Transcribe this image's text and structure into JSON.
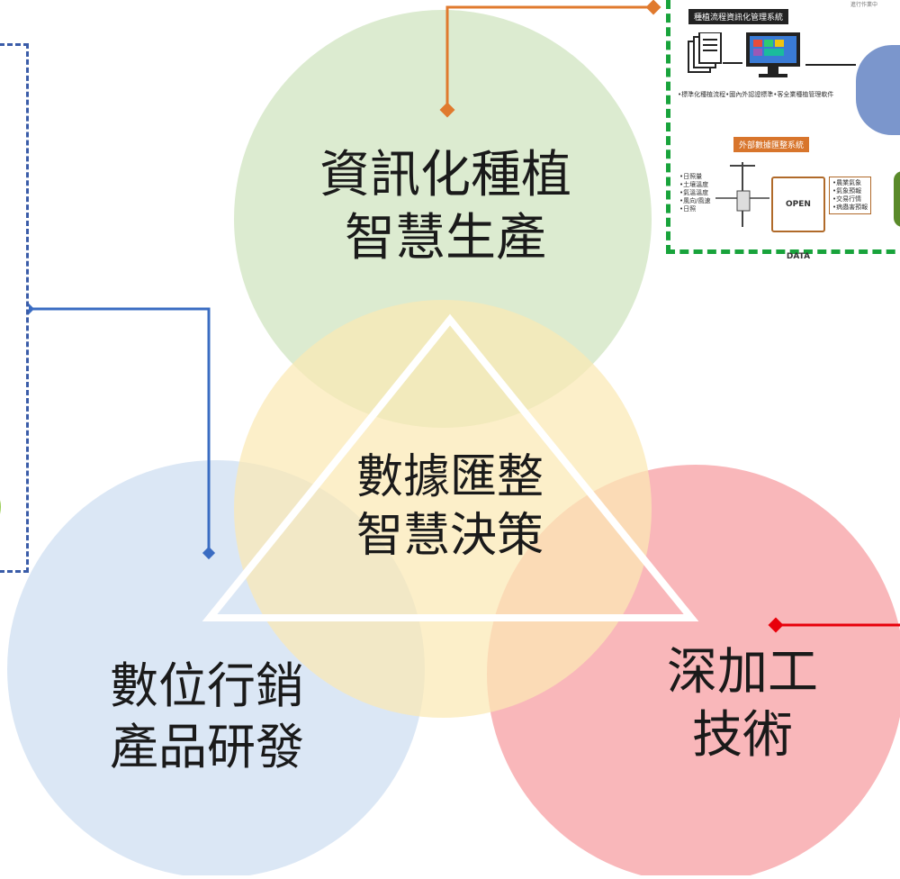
{
  "circles": {
    "top": {
      "lines": [
        "資訊化種植",
        "智慧生產"
      ],
      "color": "#dcebd0"
    },
    "center": {
      "lines": [
        "數據匯整",
        "智慧決策"
      ],
      "color": "#fbe9b4"
    },
    "left": {
      "lines": [
        "數位行銷",
        "產品研發"
      ],
      "color": "#d9e6f4"
    },
    "right": {
      "lines": [
        "深加工",
        "技術"
      ],
      "color": "#f9b3b6"
    }
  },
  "connectors": {
    "orange": "#e07a2e",
    "blue": "#3a6cc2",
    "red": "#e8000b"
  },
  "system_panel": {
    "title_top": "種植流程資訊化管理系統",
    "title_bottom": "外部數據匯整系統",
    "note": "•標準化種植流程•國內外認證標準•客全業種植管理軟件",
    "corner_text": "進行作業中",
    "open_data": "OPEN DATA",
    "sensors": [
      "•日照量",
      "•土壤溫度",
      "•氣溫溫度",
      "•風向/風速",
      "•日照"
    ],
    "data_items": [
      "•農業氣象",
      "•氣象預報",
      "•交易行情",
      "•病蟲害預報"
    ],
    "border_color": "#18a33b"
  }
}
